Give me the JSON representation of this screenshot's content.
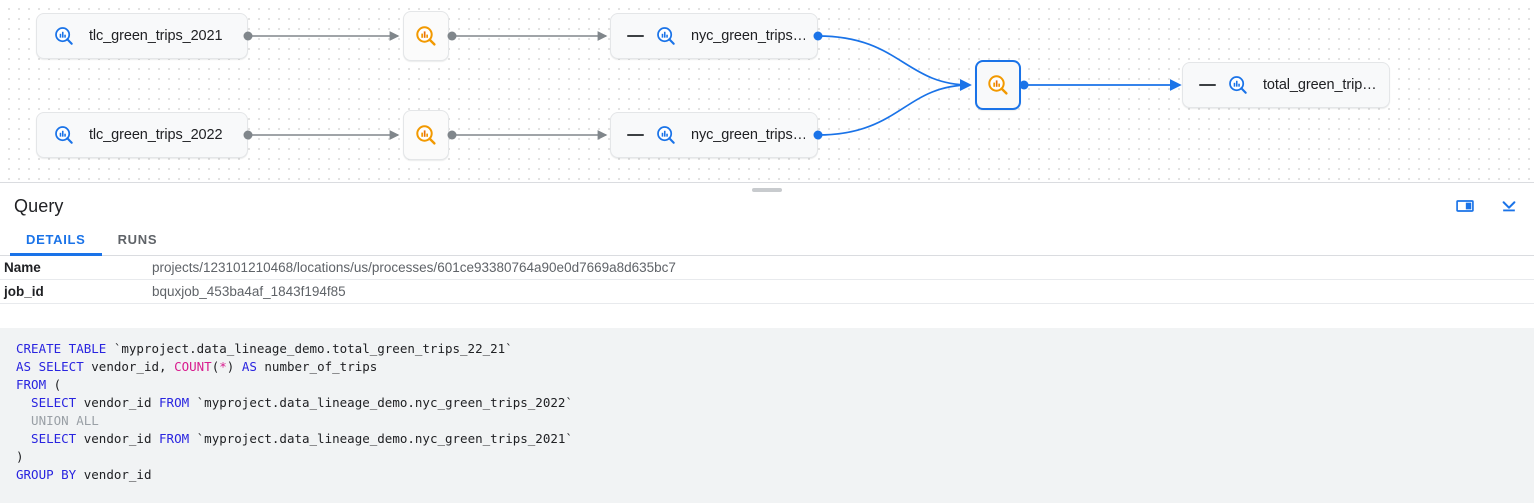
{
  "graph": {
    "nodes": [
      {
        "id": "tlc2021",
        "label": "tlc_green_trips_2021",
        "icon": "bigquery-table-blue-icon",
        "type": "table",
        "collapsible": false,
        "selected": false
      },
      {
        "id": "tlc2022",
        "label": "tlc_green_trips_2022",
        "icon": "bigquery-table-blue-icon",
        "type": "table",
        "collapsible": false,
        "selected": false
      },
      {
        "id": "proc1",
        "label": "",
        "icon": "bigquery-process-orange-icon",
        "type": "process",
        "collapsible": false,
        "selected": false
      },
      {
        "id": "proc2",
        "label": "",
        "icon": "bigquery-process-orange-icon",
        "type": "process",
        "collapsible": false,
        "selected": false
      },
      {
        "id": "nyc2021",
        "label": "nyc_green_trips…",
        "icon": "bigquery-table-blue-icon",
        "type": "table",
        "collapsible": true,
        "selected": false
      },
      {
        "id": "nyc2022",
        "label": "nyc_green_trips…",
        "icon": "bigquery-table-blue-icon",
        "type": "table",
        "collapsible": true,
        "selected": false
      },
      {
        "id": "procsel",
        "label": "",
        "icon": "bigquery-process-orange-icon",
        "type": "process",
        "collapsible": false,
        "selected": true
      },
      {
        "id": "total",
        "label": "total_green_trip…",
        "icon": "bigquery-table-blue-icon",
        "type": "table",
        "collapsible": true,
        "selected": false
      }
    ],
    "colors": {
      "edge_grey": "#80868b",
      "edge_blue": "#1a73e8",
      "node_icon_blue": "#1a73e8",
      "node_icon_orange": "#f29900",
      "selected_border": "#1a73e8"
    }
  },
  "panel": {
    "title": "Query",
    "actions": [
      {
        "name": "split-pane-icon",
        "label": "Split pane"
      },
      {
        "name": "collapse-down-icon",
        "label": "Collapse"
      }
    ],
    "tabs": [
      {
        "label": "DETAILS",
        "active": true
      },
      {
        "label": "RUNS",
        "active": false
      }
    ],
    "details": [
      {
        "key": "Name",
        "value": "projects/123101210468/locations/us/processes/601ce93380764a90e0d7669a8d635bc7"
      },
      {
        "key": "job_id",
        "value": "bquxjob_453ba4af_1843f194f85"
      }
    ],
    "code": {
      "language": "sql",
      "lines": [
        [
          {
            "t": "CREATE TABLE ",
            "c": "kw"
          },
          {
            "t": "`myproject.data_lineage_demo.total_green_trips_22_21`",
            "c": ""
          }
        ],
        [
          {
            "t": "AS SELECT ",
            "c": "kw"
          },
          {
            "t": "vendor_id, ",
            "c": ""
          },
          {
            "t": "COUNT",
            "c": "fn"
          },
          {
            "t": "(",
            "c": ""
          },
          {
            "t": "*",
            "c": "punct"
          },
          {
            "t": ") ",
            "c": ""
          },
          {
            "t": "AS ",
            "c": "kw"
          },
          {
            "t": "number_of_trips",
            "c": ""
          }
        ],
        [
          {
            "t": "FROM",
            "c": "kw"
          },
          {
            "t": " (",
            "c": ""
          }
        ],
        [
          {
            "t": "  SELECT",
            "c": "kw"
          },
          {
            "t": " vendor_id ",
            "c": ""
          },
          {
            "t": "FROM",
            "c": "kw"
          },
          {
            "t": " `myproject.data_lineage_demo.nyc_green_trips_2022`",
            "c": ""
          }
        ],
        [
          {
            "t": "  UNION ALL",
            "c": "cmt"
          }
        ],
        [
          {
            "t": "  SELECT",
            "c": "kw"
          },
          {
            "t": " vendor_id ",
            "c": ""
          },
          {
            "t": "FROM",
            "c": "kw"
          },
          {
            "t": " `myproject.data_lineage_demo.nyc_green_trips_2021`",
            "c": ""
          }
        ],
        [
          {
            "t": ")",
            "c": ""
          }
        ],
        [
          {
            "t": "GROUP BY",
            "c": "kw"
          },
          {
            "t": " vendor_id",
            "c": ""
          }
        ]
      ]
    }
  }
}
